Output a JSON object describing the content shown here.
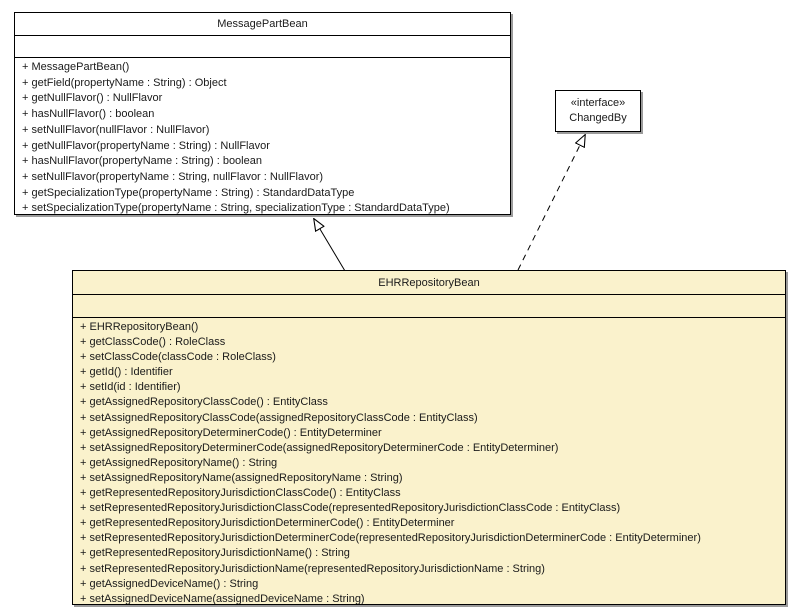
{
  "colors": {
    "background": "#ffffff",
    "class_box_fill": "#ffffff",
    "highlight_box_fill": "#faf2cc",
    "border": "#000000",
    "shadow": "#9b9b9b"
  },
  "classes": {
    "messagePartBean": {
      "name": "MessagePartBean",
      "attributes": [],
      "methods": [
        "+ MessagePartBean()",
        "+ getField(propertyName : String) : Object",
        "+ getNullFlavor() : NullFlavor",
        "+ hasNullFlavor() : boolean",
        "+ setNullFlavor(nullFlavor : NullFlavor)",
        "+ getNullFlavor(propertyName : String) : NullFlavor",
        "+ hasNullFlavor(propertyName : String) : boolean",
        "+ setNullFlavor(propertyName : String, nullFlavor : NullFlavor)",
        "+ getSpecializationType(propertyName : String) : StandardDataType",
        "+ setSpecializationType(propertyName : String, specializationType : StandardDataType)"
      ]
    },
    "changedBy": {
      "stereotype": "«interface»",
      "name": "ChangedBy"
    },
    "ehrRepositoryBean": {
      "name": "EHRRepositoryBean",
      "attributes": [],
      "methods": [
        "+ EHRRepositoryBean()",
        "+ getClassCode() : RoleClass",
        "+ setClassCode(classCode : RoleClass)",
        "+ getId() : Identifier",
        "+ setId(id : Identifier)",
        "+ getAssignedRepositoryClassCode() : EntityClass",
        "+ setAssignedRepositoryClassCode(assignedRepositoryClassCode : EntityClass)",
        "+ getAssignedRepositoryDeterminerCode() : EntityDeterminer",
        "+ setAssignedRepositoryDeterminerCode(assignedRepositoryDeterminerCode : EntityDeterminer)",
        "+ getAssignedRepositoryName() : String",
        "+ setAssignedRepositoryName(assignedRepositoryName : String)",
        "+ getRepresentedRepositoryJurisdictionClassCode() : EntityClass",
        "+ setRepresentedRepositoryJurisdictionClassCode(representedRepositoryJurisdictionClassCode : EntityClass)",
        "+ getRepresentedRepositoryJurisdictionDeterminerCode() : EntityDeterminer",
        "+ setRepresentedRepositoryJurisdictionDeterminerCode(representedRepositoryJurisdictionDeterminerCode : EntityDeterminer)",
        "+ getRepresentedRepositoryJurisdictionName() : String",
        "+ setRepresentedRepositoryJurisdictionName(representedRepositoryJurisdictionName : String)",
        "+ getAssignedDeviceName() : String",
        "+ setAssignedDeviceName(assignedDeviceName : String)"
      ]
    }
  },
  "relations": [
    {
      "type": "generalization",
      "from": "EHRRepositoryBean",
      "to": "MessagePartBean",
      "line": "solid",
      "arrowhead": "hollow-triangle"
    },
    {
      "type": "realization",
      "from": "EHRRepositoryBean",
      "to": "ChangedBy",
      "line": "dashed",
      "arrowhead": "hollow-triangle"
    }
  ]
}
